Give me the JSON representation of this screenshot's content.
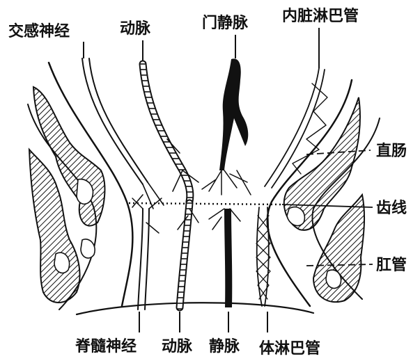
{
  "diagram": {
    "top_labels": {
      "sympathetic_nerve": "交感神经",
      "artery": "动脉",
      "portal_vein": "门静脉",
      "visceral_lymphatic": "内脏淋巴管"
    },
    "side_labels": {
      "rectum": "直肠",
      "dentate_line": "齿线",
      "anal_canal": "肛管"
    },
    "bottom_labels": {
      "spinal_nerve": "脊髓神经",
      "artery": "动脉",
      "vein": "静脉",
      "somatic_lymphatic": "体淋巴管"
    }
  }
}
